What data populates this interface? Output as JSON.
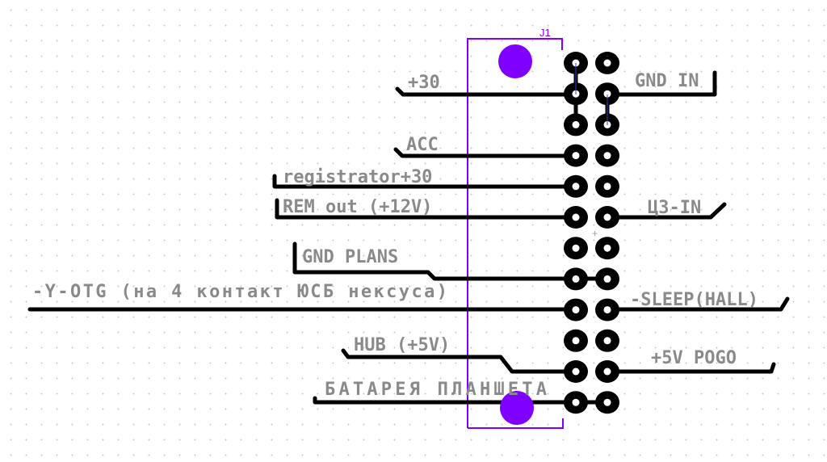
{
  "connector": {
    "ref": "J1",
    "pin_rows": 12,
    "outline_color": "#8000ff",
    "trace_color": "#000000",
    "label_color": "#8a8a8a"
  },
  "labels": {
    "p30": "+30",
    "gnd_in": "GND IN",
    "acc": "ACC",
    "registrator": "registrator+30",
    "rem": "REM out (+12V)",
    "c3_in": "Ц3-IN",
    "gnd_plans": "GND PLANS",
    "otg": "-Y-OTG (на 4 контакт ЮСБ нексуса)",
    "sleep": "-SLEEP(HALL)",
    "hub": "HUB (+5V)",
    "pogo": "+5V POGO",
    "battery": "БАТАРЕЯ ПЛАНШЕТА"
  }
}
